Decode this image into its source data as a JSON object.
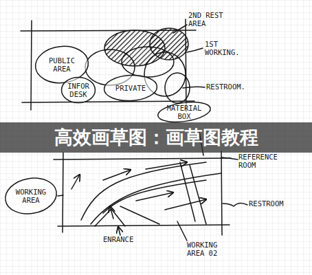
{
  "diagram": {
    "title": "高效画草图：画草图教程",
    "nodes": [
      {
        "text": [
          "PUBLIC AREA"
        ]
      },
      {
        "text": [
          "INFOR DESK"
        ]
      },
      {
        "text": [
          "PRIVATE"
        ]
      },
      {
        "text": [
          "MATERIAL BOX"
        ]
      },
      {
        "text": [
          "WORKING AREA"
        ]
      }
    ],
    "labels": [
      "2ND REST AREA",
      "1ST WORKING.",
      "RESTROOM.",
      "REFERENCE ROOM",
      "RESTROOM",
      "ENRANCE",
      "WORKING AREA 02"
    ]
  }
}
